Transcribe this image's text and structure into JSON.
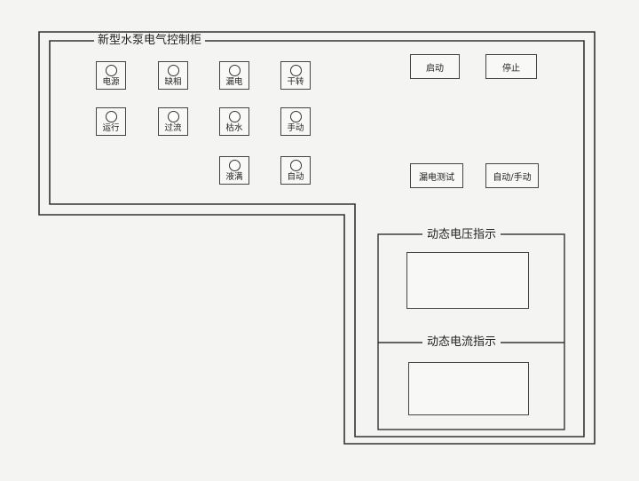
{
  "panel": {
    "title": "新型水泵电气控制柜",
    "indicators": {
      "power": "电源",
      "phase_loss": "缺相",
      "leakage": "漏电",
      "dry_run": "干转",
      "running": "运行",
      "overcurrent": "过流",
      "no_water": "枯水",
      "manual": "手动",
      "level_full": "液满",
      "auto": "自动"
    },
    "buttons": {
      "start": "启动",
      "stop": "停止",
      "leak_test": "漏电测试",
      "auto_manual": "自动/手动"
    },
    "meters": {
      "voltage_title": "动态电压指示",
      "current_title": "动态电流指示"
    }
  }
}
